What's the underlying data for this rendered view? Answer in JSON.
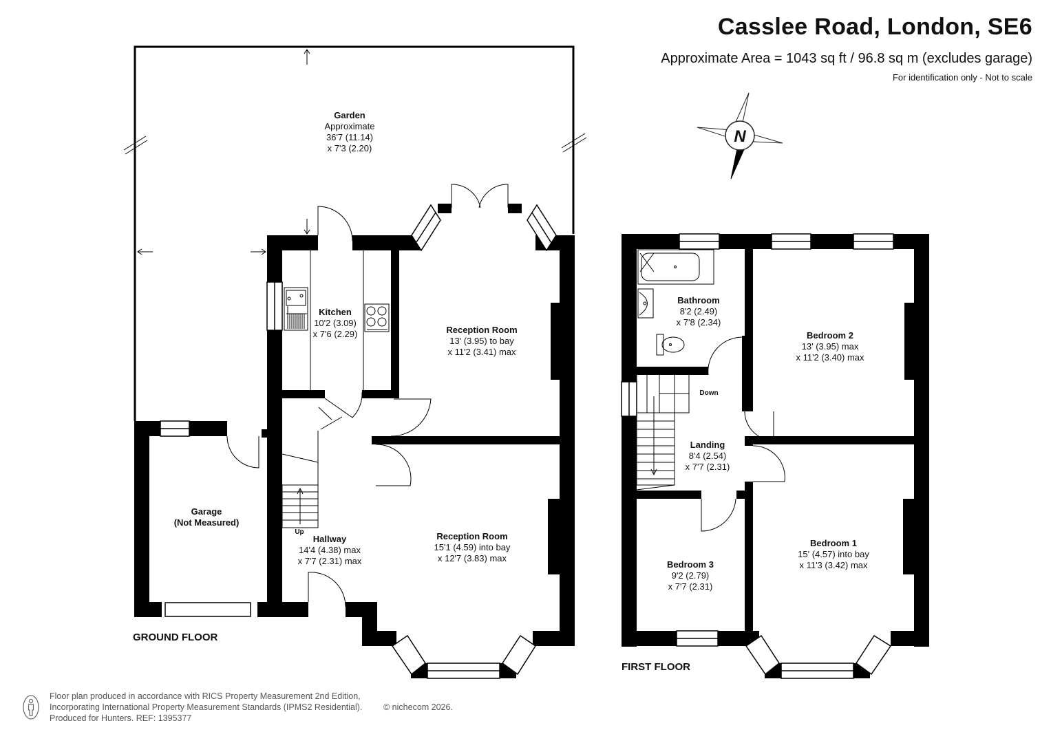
{
  "header": {
    "title": "Casslee Road, London, SE6",
    "area": "Approximate Area = 1043 sq ft / 96.8 sq m (excludes garage)",
    "note": "For identification only - Not to scale"
  },
  "compass": {
    "letter": "N"
  },
  "floors": {
    "ground": "GROUND FLOOR",
    "first": "FIRST FLOOR"
  },
  "ground_floor": {
    "garden": {
      "name": "Garden",
      "l1": "Approximate",
      "l2": "36'7 (11.14)",
      "l3": "x 7'3 (2.20)"
    },
    "kitchen": {
      "name": "Kitchen",
      "l1": "10'2 (3.09)",
      "l2": "x 7'6 (2.29)"
    },
    "reception_rear": {
      "name": "Reception Room",
      "l1": "13' (3.95) to bay",
      "l2": "x 11'2 (3.41) max"
    },
    "reception_front": {
      "name": "Reception Room",
      "l1": "15'1 (4.59) into bay",
      "l2": "x 12'7 (3.83) max"
    },
    "garage": {
      "name": "Garage",
      "l1": "(Not Measured)"
    },
    "hallway": {
      "name": "Hallway",
      "l1": "14'4 (4.38) max",
      "l2": "x 7'7 (2.31) max"
    },
    "stairs": "Up"
  },
  "first_floor": {
    "bathroom": {
      "name": "Bathroom",
      "l1": "8'2 (2.49)",
      "l2": "x 7'8 (2.34)"
    },
    "bedroom2": {
      "name": "Bedroom 2",
      "l1": "13' (3.95) max",
      "l2": "x 11'2 (3.40) max"
    },
    "landing": {
      "name": "Landing",
      "l1": "8'4 (2.54)",
      "l2": "x 7'7 (2.31)"
    },
    "bedroom3": {
      "name": "Bedroom 3",
      "l1": "9'2 (2.79)",
      "l2": "x 7'7 (2.31)"
    },
    "bedroom1": {
      "name": "Bedroom 1",
      "l1": "15' (4.57) into bay",
      "l2": "x 11'3 (3.42) max"
    },
    "stairs": "Down"
  },
  "footer": {
    "line1": "Floor plan produced in accordance with RICS Property Measurement 2nd Edition,",
    "line2": "Incorporating International Property Measurement Standards (IPMS2 Residential).",
    "copyright": "© nichecom 2026.",
    "line3": "Produced for Hunters.   REF: 1395377"
  },
  "colors": {
    "wall": "#000000",
    "text": "#111111",
    "footer": "#555555"
  }
}
